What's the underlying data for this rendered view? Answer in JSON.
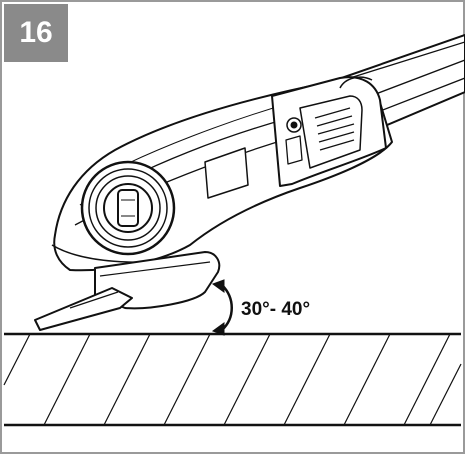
{
  "figure": {
    "number": "16",
    "angle_label": "30°- 40°"
  },
  "colors": {
    "frame_border": "#9a9a9a",
    "badge_background": "#8a8a8a",
    "badge_text": "#ffffff",
    "line_art": "#111111"
  },
  "icons": {
    "angle_arrow": "curved-double-arrow"
  }
}
